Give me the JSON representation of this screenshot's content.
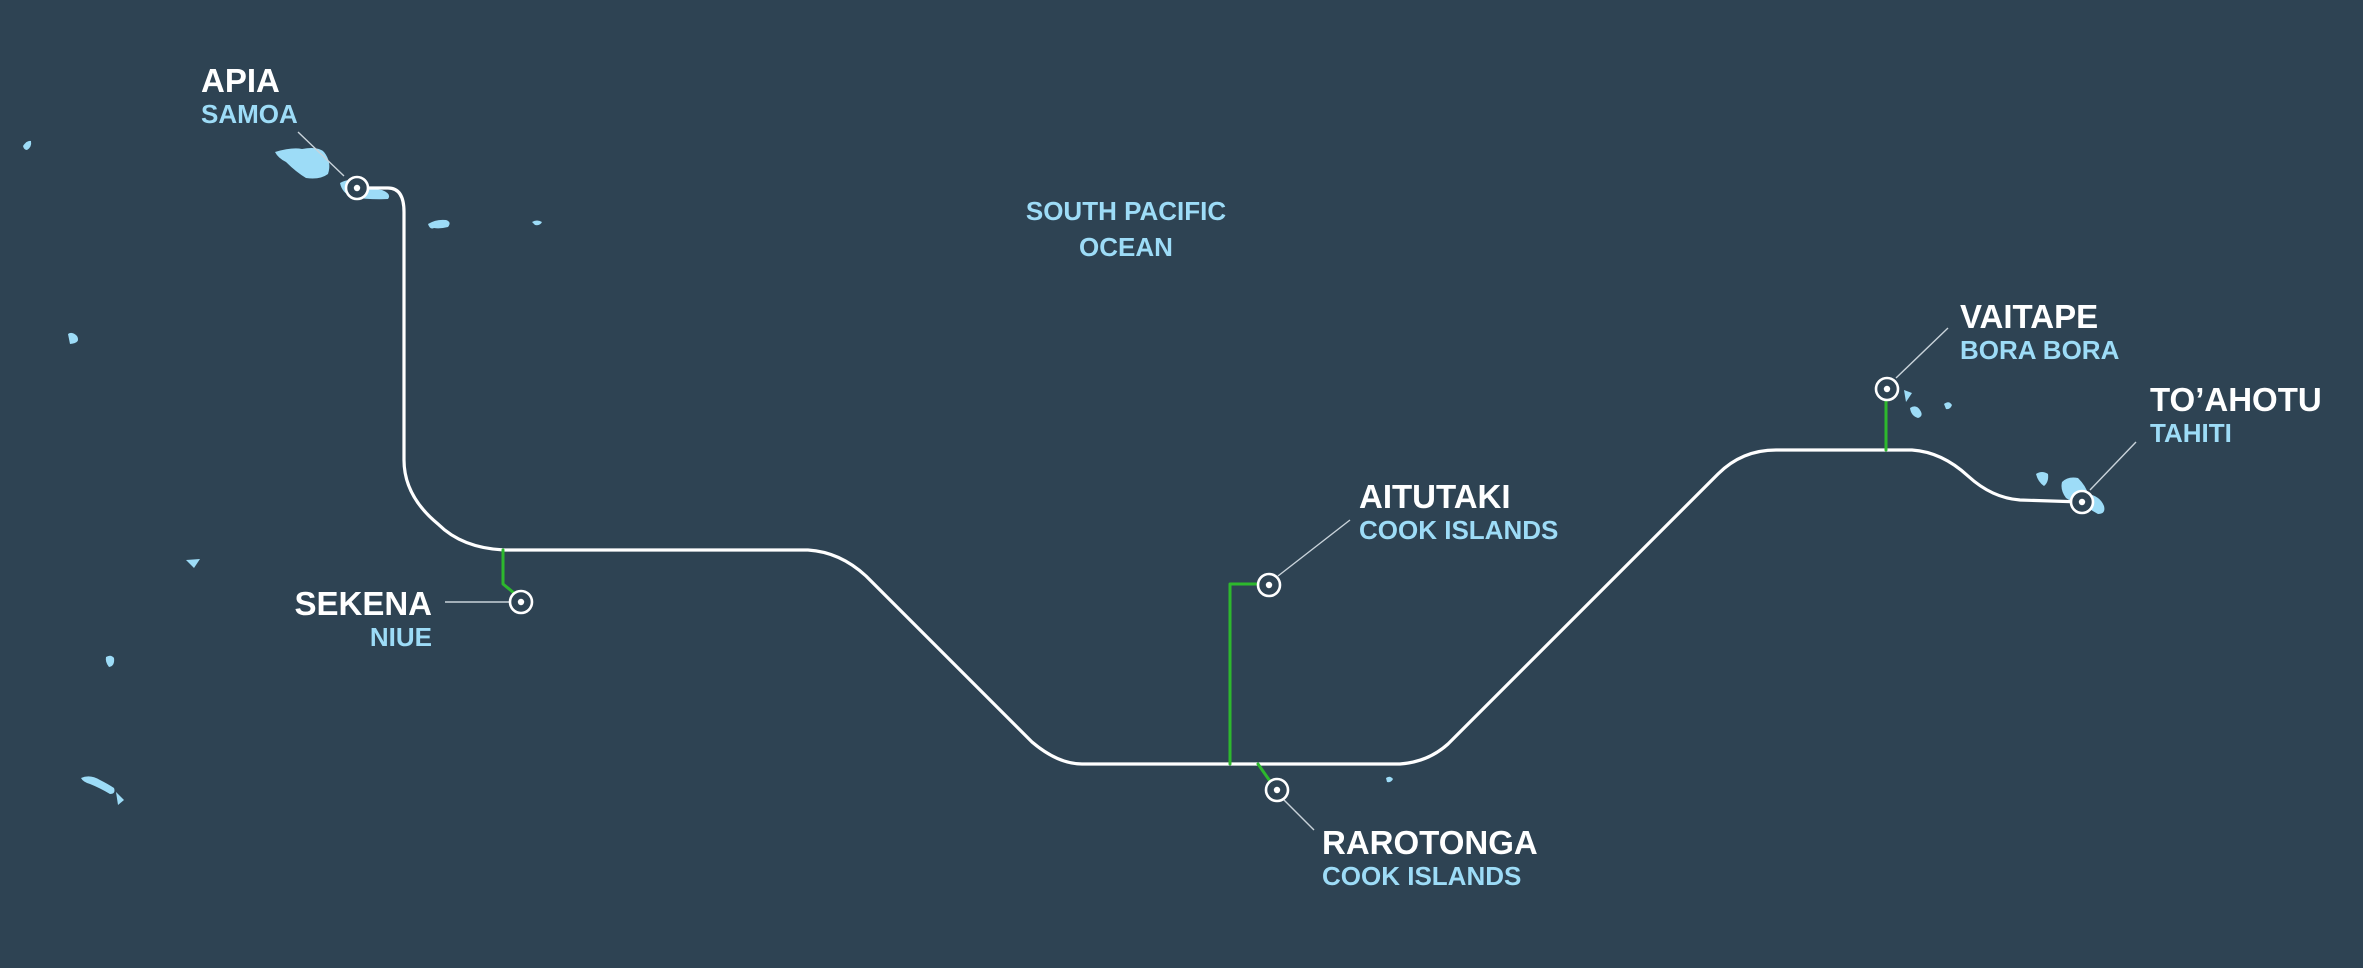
{
  "colors": {
    "background": "#2e4353",
    "land": "#9ddcf7",
    "cable": "#ffffff",
    "branch": "#2db82d",
    "leader": "#c9d3da",
    "city_text": "#ffffff",
    "country_text": "#9ddcf7"
  },
  "ocean": {
    "line1": "SOUTH PACIFIC",
    "line2": "OCEAN"
  },
  "landings": {
    "apia": {
      "city": "APIA",
      "country": "SAMOA"
    },
    "sekena": {
      "city": "SEKENA",
      "country": "NIUE"
    },
    "aitutaki": {
      "city": "AITUTAKI",
      "country": "COOK ISLANDS"
    },
    "rarotonga": {
      "city": "RAROTONGA",
      "country": "COOK ISLANDS"
    },
    "vaitape": {
      "city": "VAITAPE",
      "country": "BORA BORA"
    },
    "toahotu": {
      "city": "TO’AHOTU",
      "country": "TAHITI"
    }
  },
  "icons": {
    "landing_station": "landing-station-icon",
    "island": "island-shape"
  }
}
